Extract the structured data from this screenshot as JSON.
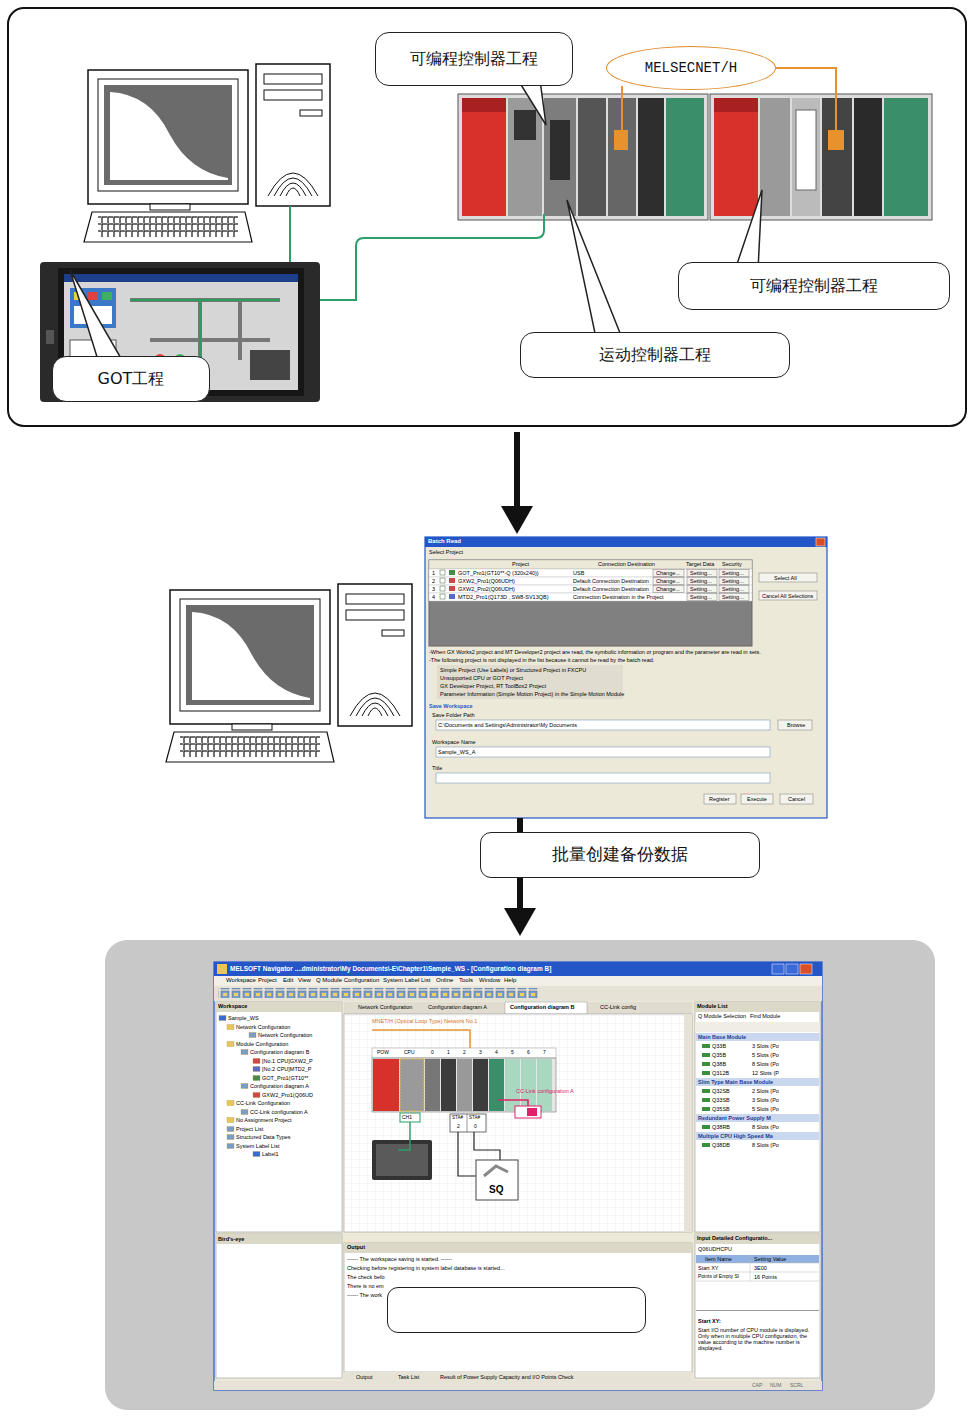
{
  "diagram": {
    "nodes": [
      {
        "text": [
          "可编程控制器工程"
        ]
      },
      {
        "text": [
          "MELSECNET/H"
        ]
      },
      {
        "text": [
          "可编程控制器工程"
        ]
      },
      {
        "text": [
          "运动控制器工程"
        ]
      },
      {
        "text": [
          "GOT工程"
        ]
      },
      {
        "text": [
          "Batch Read"
        ]
      },
      {
        "text": [
          "批量创建备份数据"
        ]
      },
      {
        "text": [
          "MELSOFT Navigator ....dministrator\\My Documents\\-E\\Chapter1\\Sample_WS - [Configuration diagram B]"
        ]
      },
      {
        "text": [
          "MELSOFT Navigator"
        ],
        "in": 7
      }
    ],
    "edges": [
      {
        "from": 5,
        "to": 7,
        "arrow": "to"
      }
    ],
    "labels": [
      "Select Project",
      "Project",
      "Connection Destination",
      "Target Data",
      "Security",
      "1",
      "GOT_Pro1(GT10**-Q (320x240))",
      "USB",
      "Change...",
      "Setting...",
      "Setting...",
      "2",
      "GXW2_Pro1(Q06UDH)",
      "Default Connection Destination",
      "Change...",
      "Setting...",
      "Setting...",
      "3",
      "GXW2_Pro2(Q06UDH)",
      "Default Connection Destination",
      "Change...",
      "Setting...",
      "Setting...",
      "4",
      "MTD2_Pro1(Q173D , SW8-SV13QB)",
      "Connection Destination in the Project",
      "Setting...",
      "Setting...",
      "Select All",
      "Cancel All Selections",
      "-When GX Works2 project and MT Developer2 project are read, the symbolic information or program and the parameter are read in sets.",
      "-The following project is not displayed in the list because it cannot be read by the batch read.",
      "Simple Project (Use Labels) or Structured Project in FXCPU",
      "Unsupported CPU or GOT Project",
      "GX Developer Project, RT ToolBox2 Project",
      "Parameter Information (Simple Motion Project) in the Simple Motion Module",
      "Save Workspace",
      "Save Folder Path",
      "C:\\Documents and Settings\\Administrator\\My Documents",
      "Browse",
      "Workspace Name",
      "Sample_WS_A",
      "Title",
      "Register",
      "Execute",
      "Cancel",
      "Workspace",
      "Project",
      "Edit",
      "View",
      "Q Module Configuration",
      "System Label List",
      "Online",
      "Tools",
      "Window",
      "Help",
      "Workspace",
      "Sample_WS",
      "Network Configuration",
      "Network Configuration",
      "Module Configuration",
      "Configuration diagram B",
      "[No.1 CPU]GXW2_P",
      "[No.2 CPU]MTD2_P",
      "GOT_Pro1(GT10**",
      "Configuration diagram A",
      "GXW2_Pro1(Q06UD",
      "CC-Link Configuration",
      "CC-Link configuration A",
      "No Assignment Project",
      "Project List",
      "Structured Data Types",
      "System Label List",
      "Label1",
      "Bird's-eye",
      "Network Configuration",
      "Configuration diagram A",
      "Configuration diagram B",
      "CC-Link config",
      "MNET/H (Optical Loop Type) Network No.1",
      "POW",
      "CPU",
      "0",
      "1",
      "2",
      "3",
      "4",
      "5",
      "6",
      "7",
      "CC-Link configuration A",
      "CH1",
      "STA#",
      "STA#",
      "2",
      "0",
      "SQ",
      "Output",
      "------ The workspace saving is started. ------",
      "Checking before registering in system label database is started...",
      "The check befo",
      "There is no em",
      "------ The work",
      "Output",
      "Task List",
      "Result of Power Supply Capacity and I/O Points Check",
      "Module List",
      "Q Module Selection",
      "Find Module",
      "Main Base Module",
      "Q33B",
      "3 Slots (Po",
      "Q35B",
      "5 Slots (Po",
      "Q38B",
      "8 Slots (Po",
      "Q312B",
      "12 Slots (P",
      "Slim Type Main Base Module",
      "Q32SB",
      "2 Slots (Po",
      "Q33SB",
      "3 Slots (Po",
      "Q35SB",
      "5 Slots (Po",
      "Redundant Power Supply M",
      "Q38RB",
      "8 Slots (Po",
      "Multiple CPU High Speed Ma",
      "Q38DB",
      "8 Slots (Po",
      "Input Detailed Configuratio...",
      "Q06UDHCPU",
      "Item Name",
      "Setting Value",
      "Start XY",
      "3E00",
      "Points of Empty Sl",
      "16 Points",
      "Start XY:",
      "Start I/O number of CPU module is displayed. Only when in multiple CPU configuration, the value according to the machine number is displayed.",
      "CAP",
      "NUM",
      "SCRL"
    ]
  }
}
